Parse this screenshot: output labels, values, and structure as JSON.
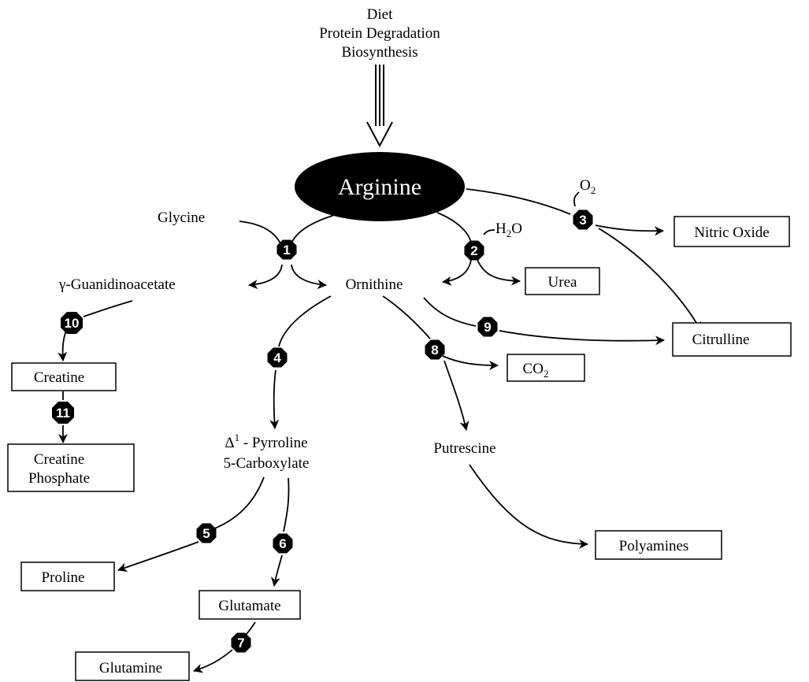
{
  "inputs": {
    "line1": "Diet",
    "line2": "Protein Degradation",
    "line3": "Biosynthesis"
  },
  "central": "Arginine",
  "cofactors": {
    "o2": "O",
    "o2_sub": "2",
    "h2o_a": "H",
    "h2o_sub": "2",
    "h2o_b": "O"
  },
  "metabolites": {
    "glycine": "Glycine",
    "guanidinoacetate": "γ-Guanidinoacetate",
    "ornithine": "Ornithine",
    "p5c_line1_a": "Δ",
    "p5c_line1_sup": "1",
    "p5c_line1_b": " - Pyrroline",
    "p5c_line2": "5-Carboxylate",
    "putrescine": "Putrescine"
  },
  "products": {
    "nitric_oxide": "Nitric Oxide",
    "urea": "Urea",
    "citrulline": "Citrulline",
    "co2_main": "CO",
    "co2_sub": "2",
    "creatine": "Creatine",
    "creatine_phosphate_line1": "Creatine",
    "creatine_phosphate_line2": "Phosphate",
    "proline": "Proline",
    "glutamate": "Glutamate",
    "glutamine": "Glutamine",
    "polyamines": "Polyamines"
  },
  "enzymes": {
    "e1": "1",
    "e2": "2",
    "e3": "3",
    "e4": "4",
    "e5": "5",
    "e6": "6",
    "e7": "7",
    "e8": "8",
    "e9": "9",
    "e10": "10",
    "e11": "11"
  }
}
